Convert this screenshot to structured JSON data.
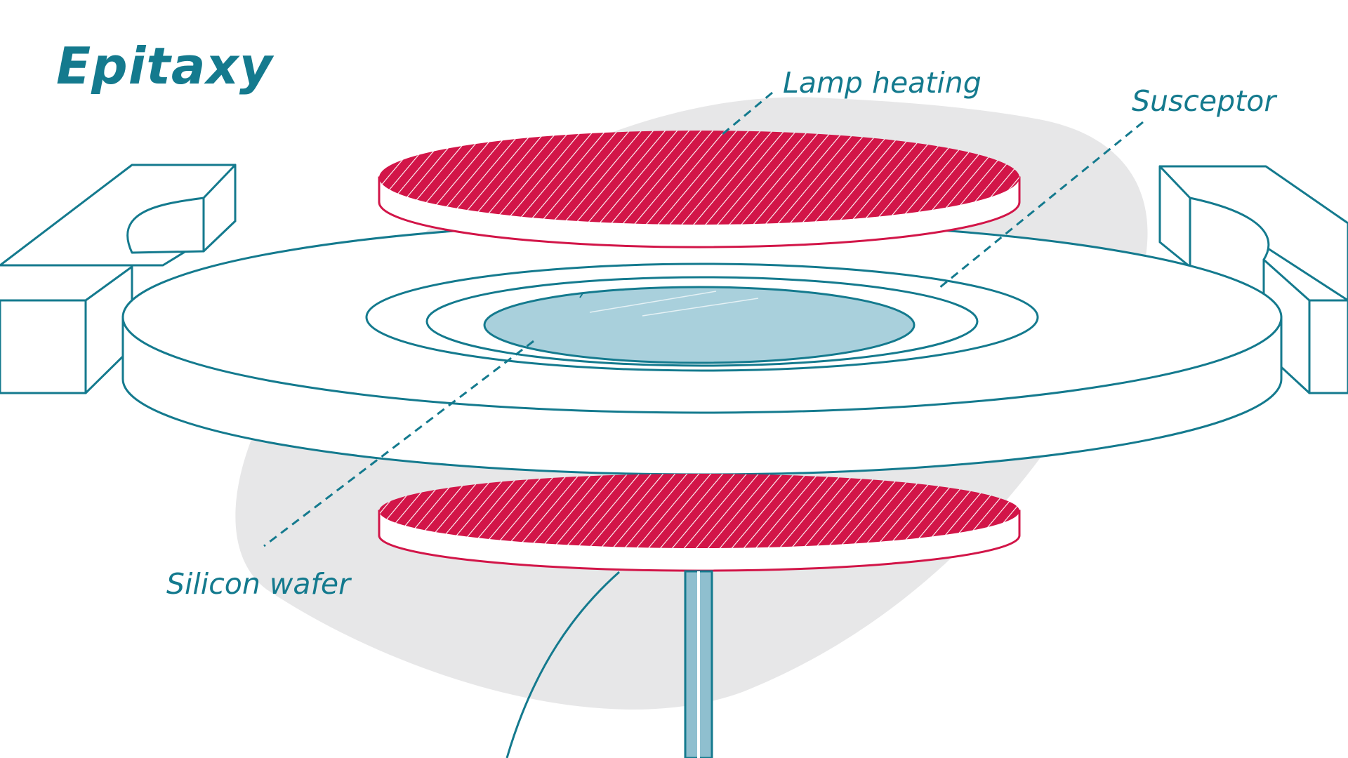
{
  "title": "Epitaxy",
  "labels": {
    "lamp_heating": "Lamp heating",
    "susceptor": "Susceptor",
    "silicon_wafer": "Silicon wafer"
  },
  "colors": {
    "outline": "#147a8e",
    "lamp": "#d21548",
    "wafer": "#a9d0dc",
    "shadow": "#e7e7e8",
    "background": "#ffffff"
  }
}
